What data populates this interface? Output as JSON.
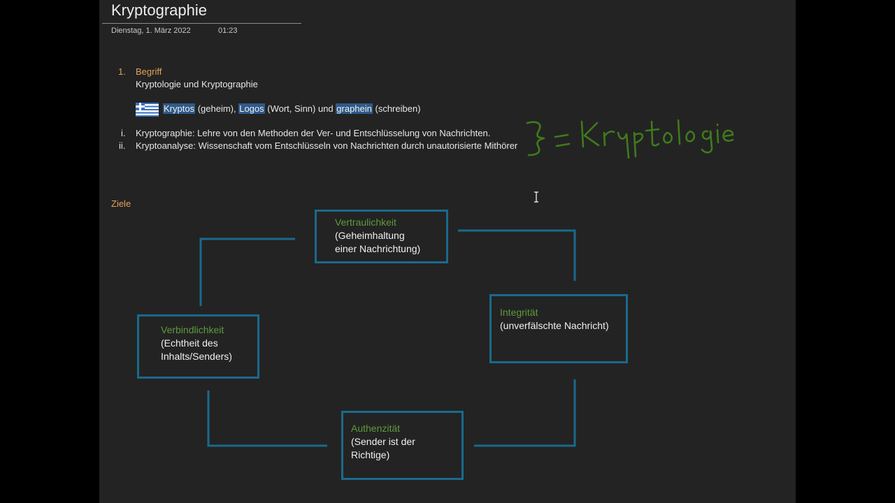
{
  "page": {
    "title": "Kryptographie",
    "date": "Dienstag, 1. März 2022",
    "time": "01:23"
  },
  "section1": {
    "number": "1.",
    "heading": "Begriff",
    "subheading": "Kryptologie und Kryptographie",
    "greek": {
      "flag_icon": "greece-flag-icon",
      "word1": "Kryptos",
      "meaning1": " (geheim), ",
      "word2": "Logos",
      "meaning2": " (Wort, Sinn) und ",
      "word3": "graphein",
      "meaning3": " (schreiben)"
    },
    "list": [
      {
        "marker": "i.",
        "text": "Kryptographie: Lehre von den Methoden der Ver- und Entschlüsselung von Nachrichten."
      },
      {
        "marker": "ii.",
        "text": "Kryptoanalyse: Wissenschaft vom Entschlüsseln von Nachrichten durch unautorisierte Mithörer"
      }
    ],
    "handwriting": "} = Kryptologie"
  },
  "goals": {
    "heading": "Ziele",
    "boxes": [
      {
        "title": "Vertraulichkeit",
        "line1": "(Geheimhaltung",
        "line2": "einer Nachrichtung)"
      },
      {
        "title": "Integrität",
        "line1": "(unverfälschte Nachricht)",
        "line2": ""
      },
      {
        "title": "Authenzität",
        "line1": "(Sender ist der",
        "line2": "Richtige)"
      },
      {
        "title": "Verbindlichkeit",
        "line1": "(Echtheit des",
        "line2": "Inhalts/Senders)"
      }
    ]
  },
  "colors": {
    "page_bg": "#232323",
    "accent_orange": "#e6a15a",
    "box_border": "#1a6a8c",
    "box_title": "#5f9a3c",
    "highlight": "#2e5a8a",
    "ink_green": "#3f7a1c"
  }
}
